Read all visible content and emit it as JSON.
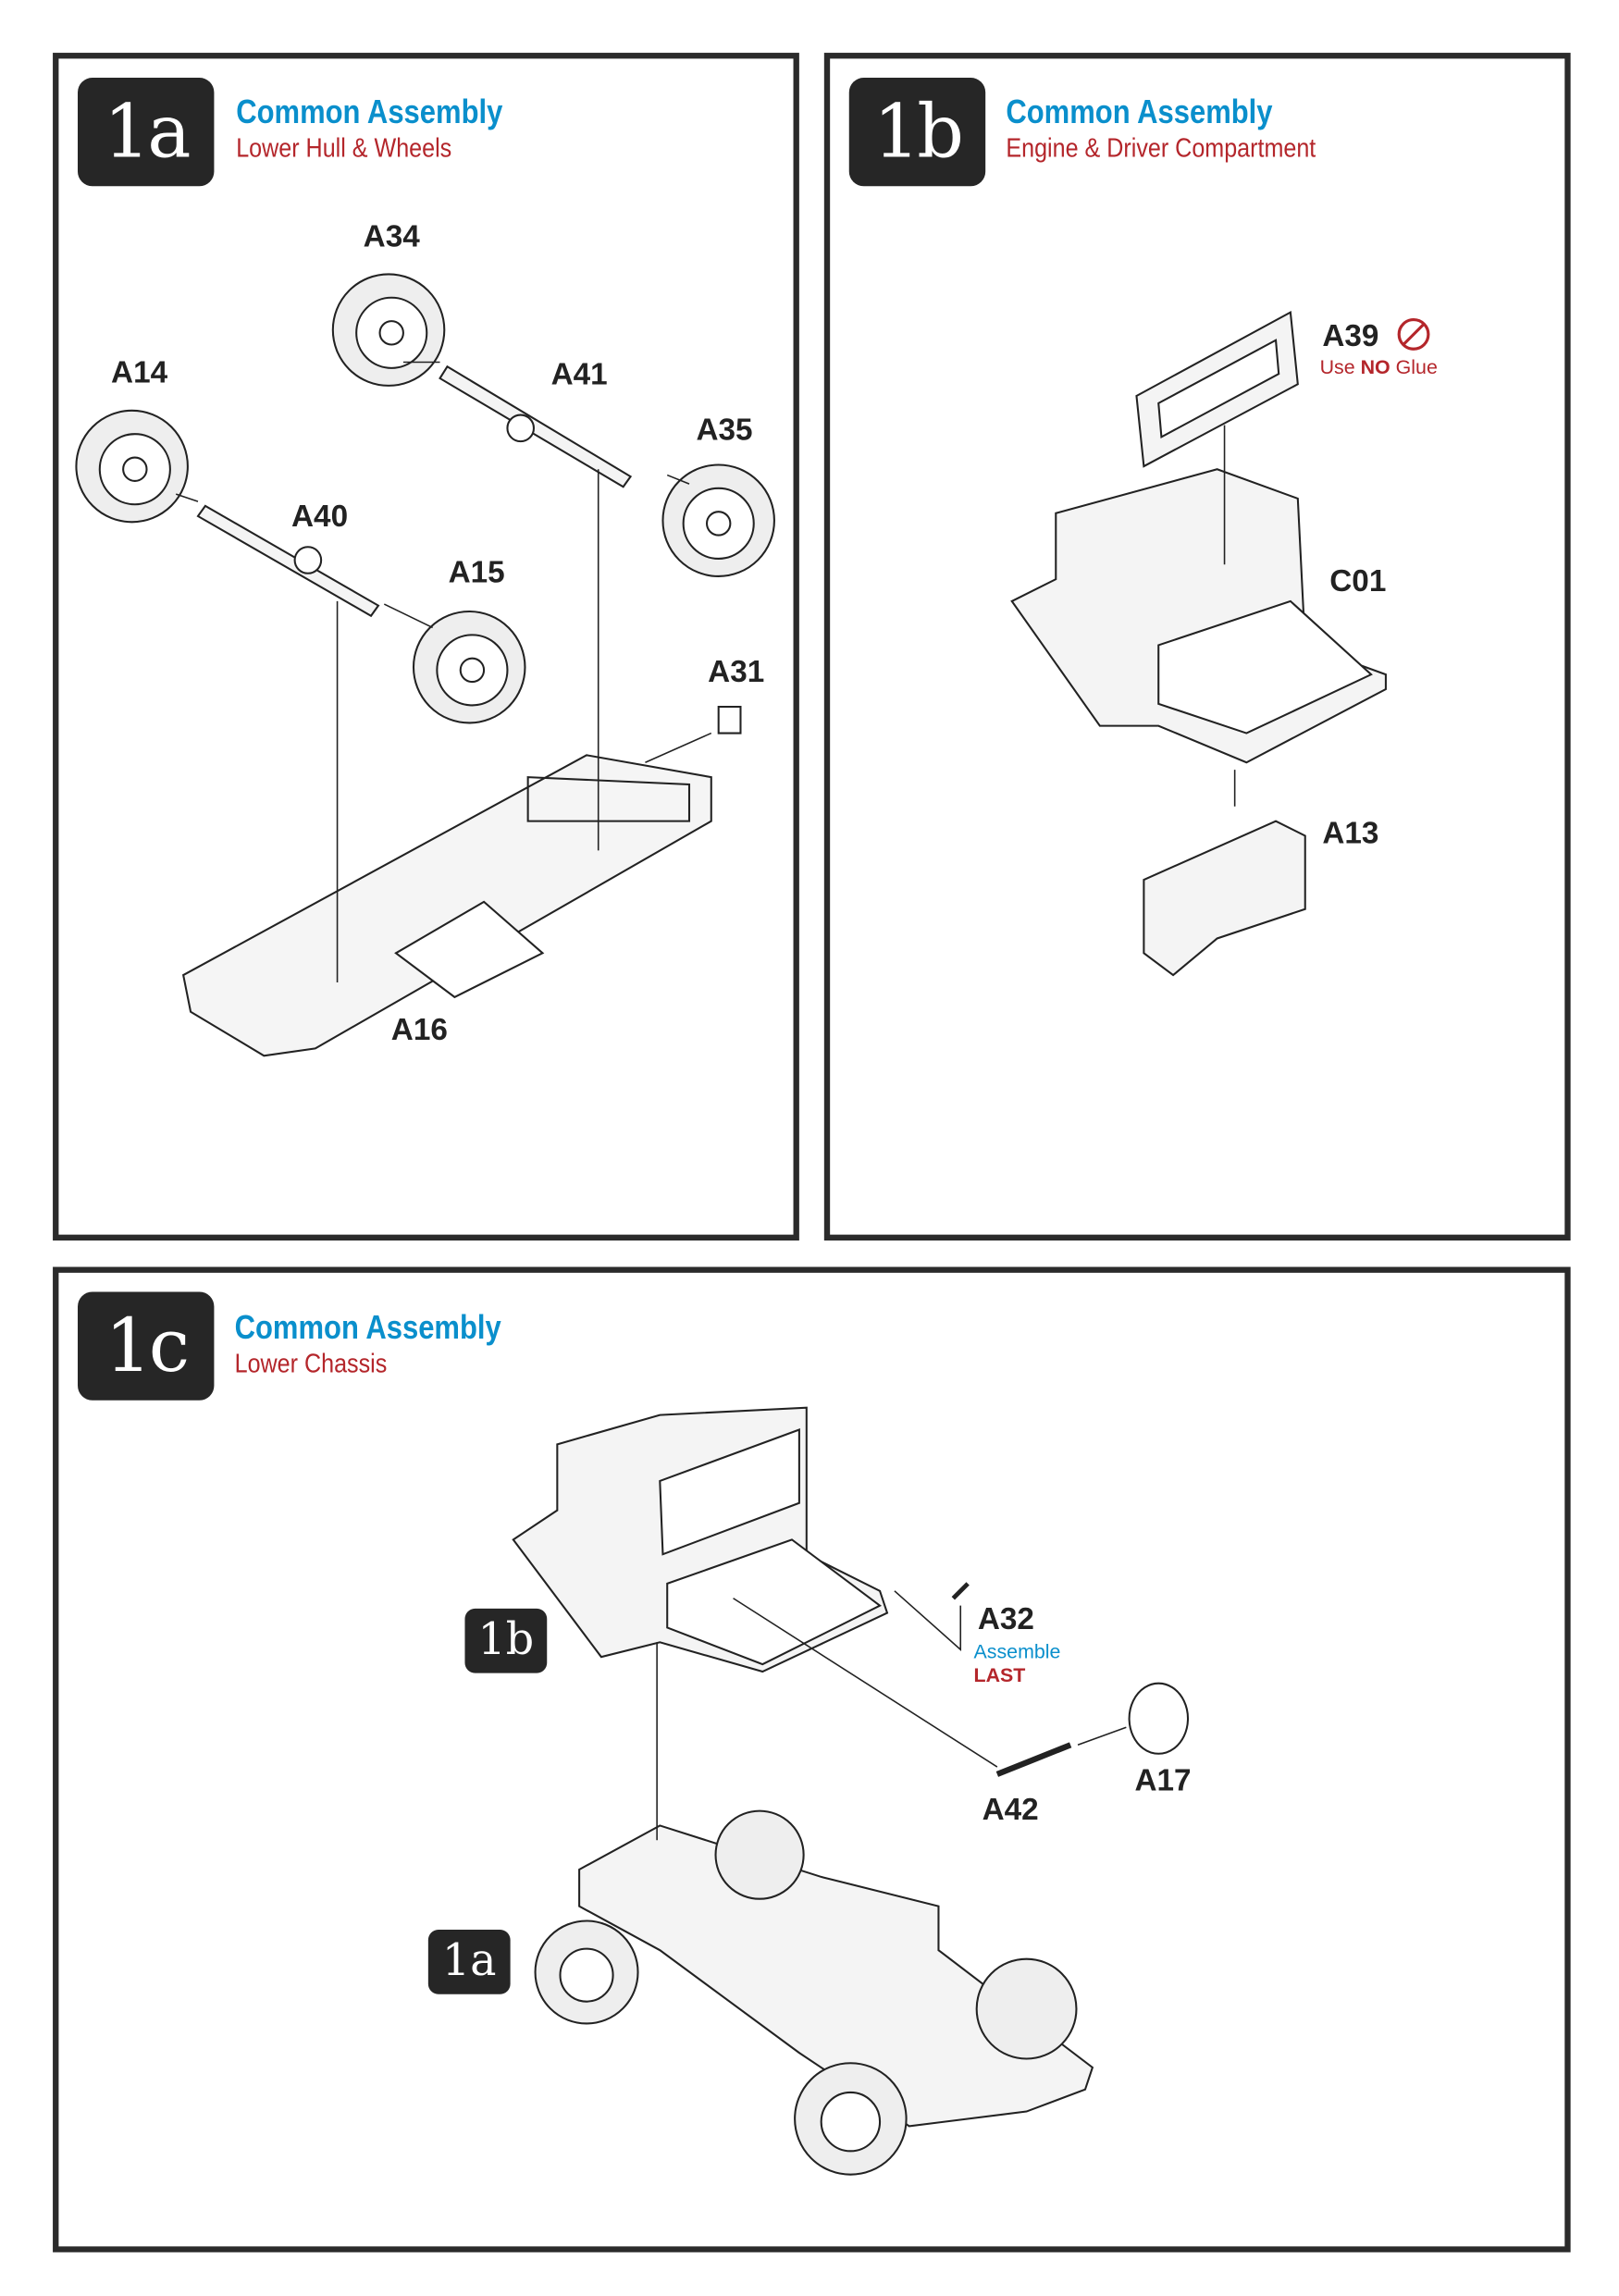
{
  "steps": [
    {
      "badge": "1a",
      "title": "Common Assembly",
      "subtitle": "Lower Hull & Wheels",
      "parts": [
        "A34",
        "A14",
        "A41",
        "A35",
        "A40",
        "A15",
        "A31",
        "A16"
      ]
    },
    {
      "badge": "1b",
      "title": "Common Assembly",
      "subtitle": "Engine & Driver Compartment",
      "parts": [
        "A39",
        "C01",
        "A13"
      ],
      "note": {
        "prefix": "Use ",
        "emphasis": "NO",
        "suffix": " Glue",
        "icon": "no-glue-icon"
      }
    },
    {
      "badge": "1c",
      "title": "Common Assembly",
      "subtitle": "Lower Chassis",
      "parts": [
        "A32",
        "A42",
        "A17"
      ],
      "refs": [
        "1b",
        "1a"
      ],
      "note": {
        "line1": "Assemble",
        "line2": "LAST"
      }
    }
  ],
  "colors": {
    "title": "#0a8fcc",
    "subtitle": "#b4262b",
    "badge": "#262626",
    "border": "#2b2b2b"
  }
}
